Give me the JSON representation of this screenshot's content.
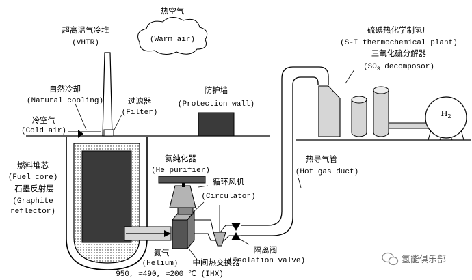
{
  "labels": {
    "vhtr_cn": "超高温气冷堆",
    "vhtr_en": "(VHTR)",
    "warm_air_cn": "热空气",
    "warm_air_en": "(Warm air)",
    "si_cn": "硫碘热化学制氢厂",
    "si_en": "(S-I thermochemical plant)",
    "so3_cn": "三氧化硫分解器",
    "so3_en_pre": "(SO",
    "so3_en_sub": "3",
    "so3_en_post": " decomposor)",
    "natural_cooling_cn": "自然冷却",
    "natural_cooling_en": "(Natural cooling)",
    "filter_cn": "过滤器",
    "filter_en": "(Filter)",
    "protection_wall_cn": "防护墙",
    "protection_wall_en": "(Protection wall)",
    "cold_air_cn": "冷空气",
    "cold_air_en": "(Cold air)",
    "h2_main": "H",
    "h2_sub": "2",
    "fuel_core_cn": "燃料堆芯",
    "fuel_core_en": "(Fuel core)",
    "graphite_cn": "石墨反射层",
    "graphite_en1": "(Graphite",
    "graphite_en2": "reflector)",
    "he_purifier_cn": "氦纯化器",
    "he_purifier_en": "(He purifier)",
    "circulator_cn": "循环风机",
    "circulator_en": "(Circulator)",
    "hot_gas_duct_cn": "热导气管",
    "hot_gas_duct_en": "(Hot gas duct)",
    "isolation_valve_cn": "隔离阀",
    "isolation_valve_en": "(Isolation valve)",
    "helium_cn": "氦气",
    "helium_en": "(Helium)",
    "ihx_cn": "中间热交换器",
    "temps": "950, ≈490, ≈200 ℃ (IHX)"
  },
  "watermark": {
    "text": "氢能俱乐部",
    "icon": "wechat-icon"
  },
  "colors": {
    "ink": "#000000",
    "core": "#3a3a3a",
    "component_dark": "#555555",
    "component_mid": "#b4b4b4",
    "component_light": "#d6d6d6",
    "watermark": "#8a8a8a"
  }
}
